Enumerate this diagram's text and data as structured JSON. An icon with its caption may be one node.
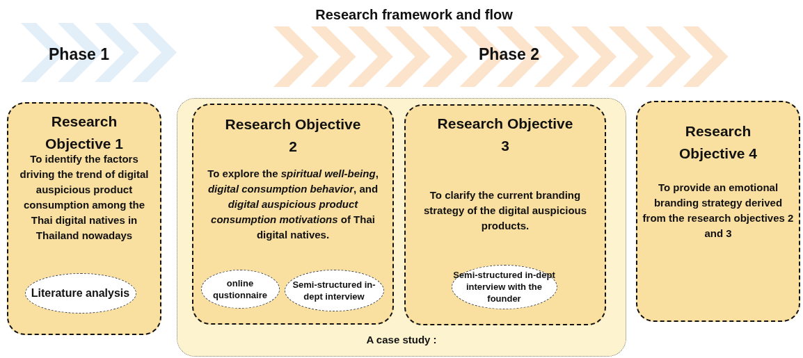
{
  "diagram": {
    "title": "Research framework and flow",
    "nodes": [
      {
        "text": [
          "Research Objective 1",
          "To identify the factors driving the trend of digital auspicious product consumption among the Thai digital natives in Thailand nowadays"
        ]
      },
      {
        "text": [
          "Literature analysis"
        ],
        "in": 0
      },
      {
        "text": [
          "A case study :"
        ]
      },
      {
        "text": [
          "Research Objective 2",
          "To explore the *spiritual well-being*, *digital consumption behavior*, and *digital auspicious product consumption motivations* of Thai digital natives."
        ],
        "in": 2
      },
      {
        "text": [
          "online qustionnaire"
        ],
        "in": 3
      },
      {
        "text": [
          "Semi-structured in-dept interview"
        ],
        "in": 3
      },
      {
        "text": [
          "Research Objective 3",
          "To clarify the current branding strategy of the digital auspicious products."
        ],
        "in": 2
      },
      {
        "text": [
          "Semi-structured in-dept interview with the founder"
        ],
        "in": 6
      },
      {
        "text": [
          "Research Objective 4",
          "To provide an emotional branding strategy derived from the research objectives 2 and 3"
        ]
      }
    ],
    "labels": [
      "Phase 1",
      "Phase 2"
    ]
  }
}
